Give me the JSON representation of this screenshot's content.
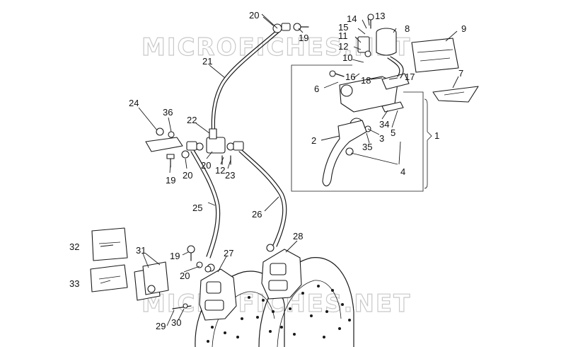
{
  "watermark": {
    "text": "MICROFICHES.NET"
  },
  "parts": [
    {
      "id": "p1",
      "text": "1"
    },
    {
      "id": "p2",
      "text": "2"
    },
    {
      "id": "p3",
      "text": "3"
    },
    {
      "id": "p4",
      "text": "4"
    },
    {
      "id": "p5",
      "text": "5"
    },
    {
      "id": "p6",
      "text": "6"
    },
    {
      "id": "p7",
      "text": "7"
    },
    {
      "id": "p8",
      "text": "8"
    },
    {
      "id": "p9",
      "text": "9"
    },
    {
      "id": "p10",
      "text": "10"
    },
    {
      "id": "p11",
      "text": "11"
    },
    {
      "id": "p12a",
      "text": "12"
    },
    {
      "id": "p12b",
      "text": "12"
    },
    {
      "id": "p13",
      "text": "13"
    },
    {
      "id": "p14",
      "text": "14"
    },
    {
      "id": "p15",
      "text": "15"
    },
    {
      "id": "p16",
      "text": "16"
    },
    {
      "id": "p17",
      "text": "17"
    },
    {
      "id": "p18",
      "text": "18"
    },
    {
      "id": "p19a",
      "text": "19"
    },
    {
      "id": "p19b",
      "text": "19"
    },
    {
      "id": "p19c",
      "text": "19"
    },
    {
      "id": "p20a",
      "text": "20"
    },
    {
      "id": "p20b",
      "text": "20"
    },
    {
      "id": "p20c",
      "text": "20"
    },
    {
      "id": "p20d",
      "text": "20"
    },
    {
      "id": "p21",
      "text": "21"
    },
    {
      "id": "p22",
      "text": "22"
    },
    {
      "id": "p23",
      "text": "23"
    },
    {
      "id": "p24",
      "text": "24"
    },
    {
      "id": "p25",
      "text": "25"
    },
    {
      "id": "p26",
      "text": "26"
    },
    {
      "id": "p27",
      "text": "27"
    },
    {
      "id": "p28",
      "text": "28"
    },
    {
      "id": "p29",
      "text": "29"
    },
    {
      "id": "p30",
      "text": "30"
    },
    {
      "id": "p31",
      "text": "31"
    },
    {
      "id": "p32",
      "text": "32"
    },
    {
      "id": "p33",
      "text": "33"
    },
    {
      "id": "p34",
      "text": "34"
    },
    {
      "id": "p35",
      "text": "35"
    },
    {
      "id": "p36",
      "text": "36"
    }
  ]
}
